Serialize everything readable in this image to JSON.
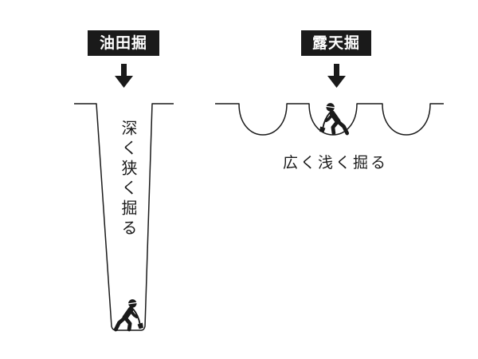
{
  "left": {
    "label": "油田掘",
    "caption": "深く狭く掘る"
  },
  "right": {
    "label": "露天掘",
    "caption": "広く浅く掘る"
  },
  "colors": {
    "ink": "#1a1a1a",
    "label_text": "#ffffff",
    "background": "#ffffff"
  },
  "icons": {
    "arrow": "down-arrow-icon",
    "worker": "digging-worker-icon"
  }
}
